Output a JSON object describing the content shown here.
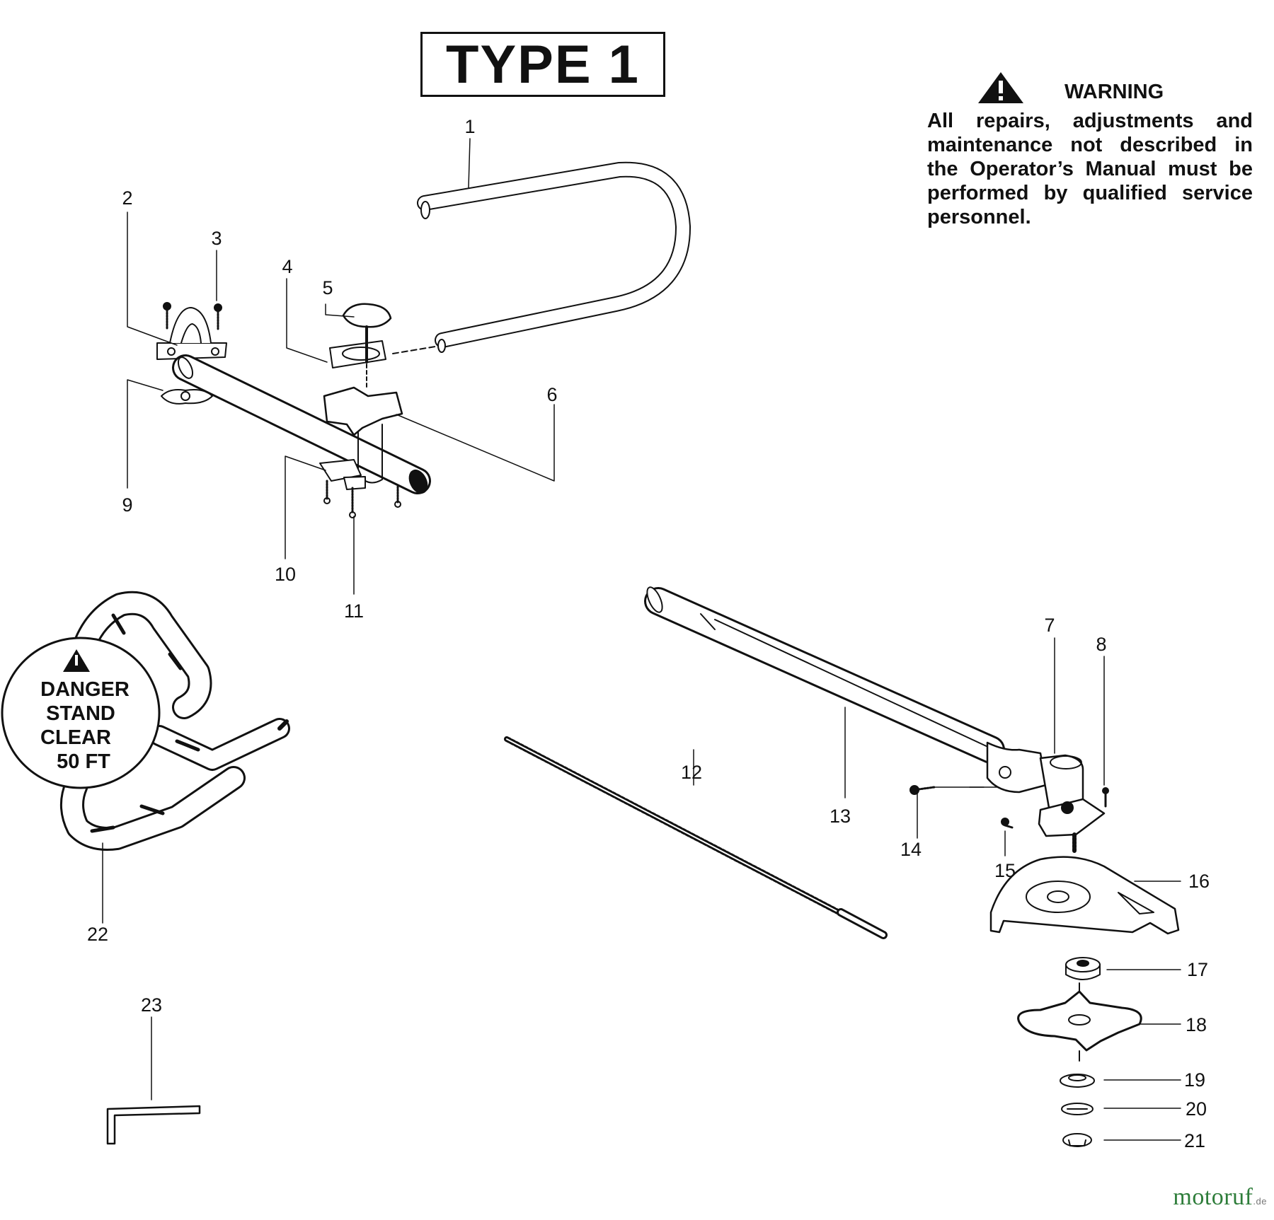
{
  "header": {
    "title": "TYPE 1"
  },
  "warning": {
    "icon": "warning-triangle-icon",
    "title": "WARNING",
    "text": "All repairs, adjustments and maintenance not described in the Operator’s Manual must be performed by qualified service personnel."
  },
  "danger_decal": {
    "icon": "exclamation-triangle-icon",
    "line1": "DANGER",
    "line2": "STAND",
    "line3": "CLEAR",
    "line4": "50 FT"
  },
  "callouts": [
    "1",
    "2",
    "3",
    "4",
    "5",
    "6",
    "7",
    "8",
    "9",
    "10",
    "11",
    "12",
    "13",
    "14",
    "15",
    "16",
    "17",
    "18",
    "19",
    "20",
    "21",
    "22",
    "23"
  ],
  "watermark": {
    "brand": "motoruf",
    "suffix": ".de"
  },
  "colors": {
    "ink": "#111111",
    "background": "#ffffff",
    "watermark": "#2e7d3a"
  }
}
